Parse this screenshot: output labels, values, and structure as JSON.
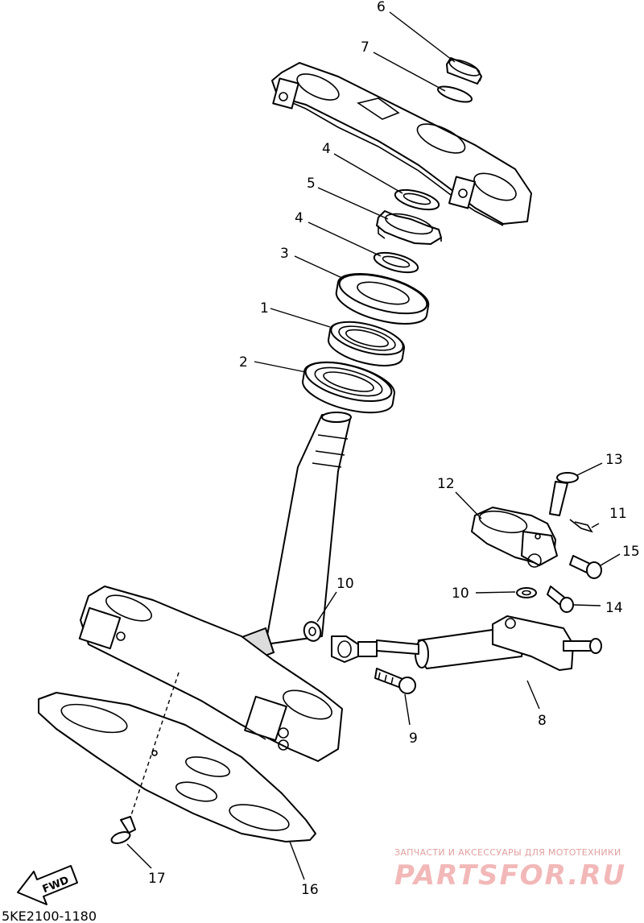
{
  "diagram_code": "5KE2100-1180",
  "fwd_label": "FWD",
  "watermark": {
    "tagline": "ЗАПЧАСТИ И АКСЕССУАРЫ ДЛЯ МОТОТЕХНИКИ",
    "brand": "PARTSFOR.RU"
  },
  "callouts": [
    "1",
    "2",
    "3",
    "4",
    "4",
    "5",
    "6",
    "7",
    "8",
    "9",
    "10",
    "10",
    "11",
    "12",
    "13",
    "14",
    "15",
    "16",
    "17"
  ]
}
